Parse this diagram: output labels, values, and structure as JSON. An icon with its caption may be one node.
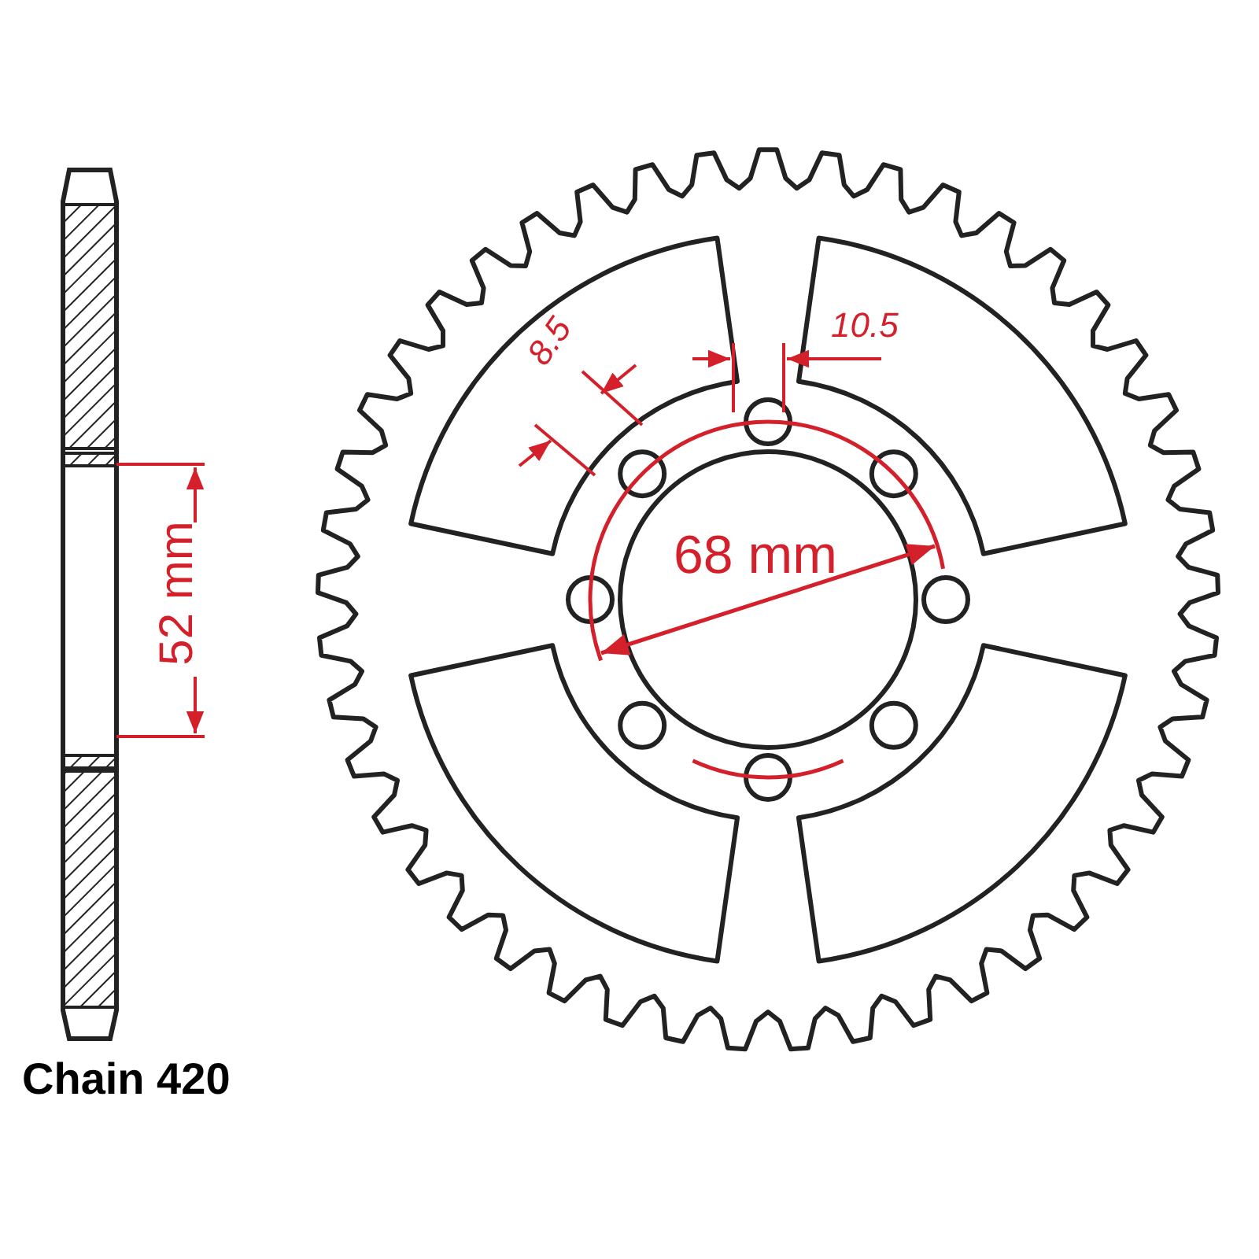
{
  "diagram": {
    "labels": [
      "8.5",
      "10.5",
      "52 mm",
      "68 mm",
      "Chain 420"
    ]
  }
}
